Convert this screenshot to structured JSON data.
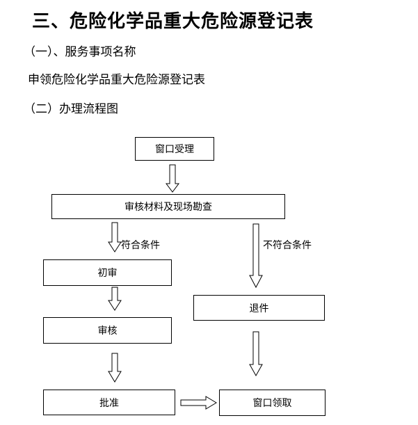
{
  "document": {
    "title": "三、危险化学品重大危险源登记表",
    "section1_heading": "（一）、服务事项名称",
    "service_name": "申领危险化学品重大危险源登记表",
    "section2_heading": "（二）办理流程图"
  },
  "flowchart": {
    "window_accept": "窗口受理",
    "review_and_inspect": "审核材料及现场勘查",
    "meets_conditions": "符合条件",
    "not_meets_conditions": "不符合条件",
    "initial_review": "初审",
    "review": "审核",
    "approve": "批准",
    "return_documents": "退件",
    "window_collect": "窗口领取"
  }
}
